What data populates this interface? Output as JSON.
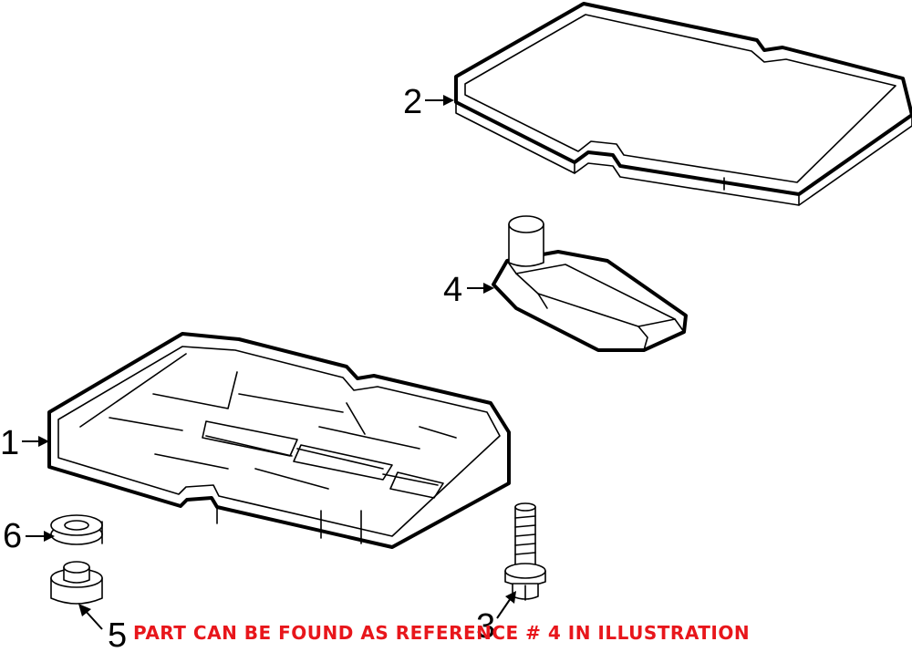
{
  "callouts": {
    "c1": "1",
    "c2": "2",
    "c3": "3",
    "c4": "4",
    "c5": "5",
    "c6": "6"
  },
  "note": "PART CAN BE FOUND AS REFERENCE # 4 IN ILLUSTRATION",
  "colors": {
    "note": "#e8161b",
    "line": "#000000",
    "background": "#ffffff"
  }
}
